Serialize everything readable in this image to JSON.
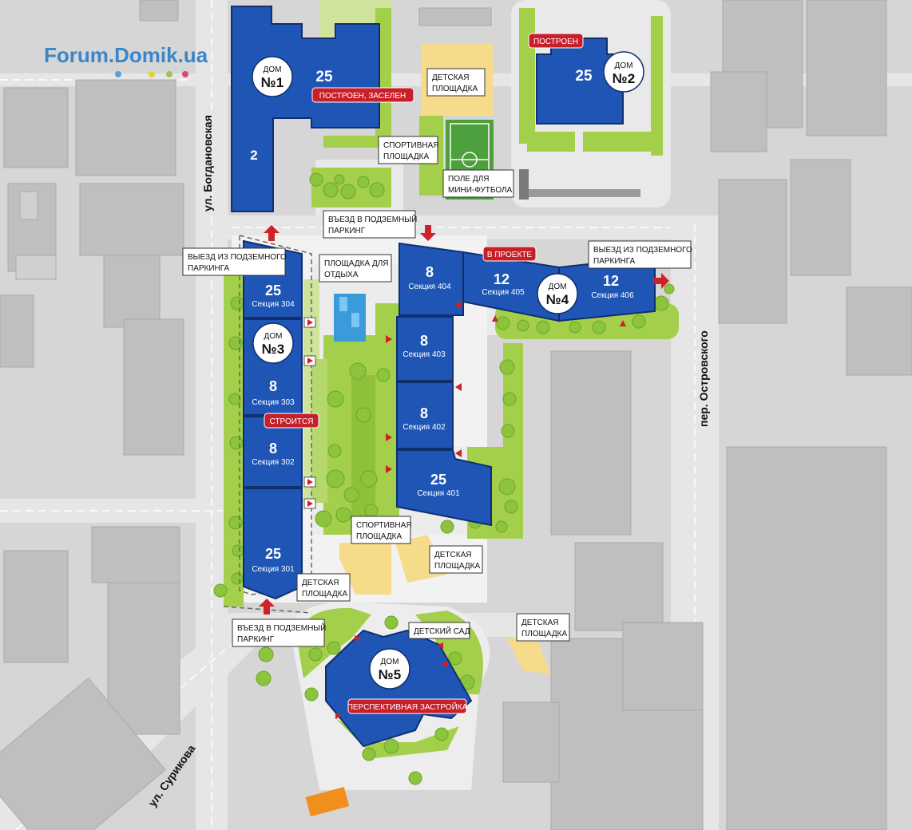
{
  "logo": {
    "text": "Forum.Domik.ua"
  },
  "streets": {
    "bogdanovskaya": "ул. Богдановская",
    "ostrovskogo": "пер. Островского",
    "surikova": "ул. Сурикова"
  },
  "houses": {
    "h1": {
      "label": "ДОМ",
      "number": "№1",
      "status": "ПОСТРОЕН, ЗАСЕЛЕН",
      "floors_main": "25",
      "floors_wing": "2"
    },
    "h2": {
      "label": "ДОМ",
      "number": "№2",
      "status": "ПОСТРОЕН",
      "floors": "25"
    },
    "h3": {
      "label": "ДОМ",
      "number": "№3",
      "status": "СТРОИТСЯ"
    },
    "h4": {
      "label": "ДОМ",
      "number": "№4",
      "status": "В ПРОЕКТЕ"
    },
    "h5": {
      "label": "ДОМ",
      "number": "№5",
      "status": "ПЕРСПЕКТИВНАЯ ЗАСТРОЙКА"
    }
  },
  "sections": {
    "s304": {
      "floors": "25",
      "name": "Секция 304"
    },
    "s303": {
      "floors": "8",
      "name": "Секция 303"
    },
    "s302": {
      "floors": "8",
      "name": "Секция 302"
    },
    "s301": {
      "floors": "25",
      "name": "Секция 301"
    },
    "s404": {
      "floors": "8",
      "name": "Секция 404"
    },
    "s403": {
      "floors": "8",
      "name": "Секция 403"
    },
    "s402": {
      "floors": "8",
      "name": "Секция 402"
    },
    "s401": {
      "floors": "25",
      "name": "Секция 401"
    },
    "s405": {
      "floors": "12",
      "name": "Секция 405"
    },
    "s406": {
      "floors": "12",
      "name": "Секция 406"
    }
  },
  "callouts": {
    "playground_top": [
      "ДЕТСКАЯ",
      "ПЛОЩАДКА"
    ],
    "sport_top": [
      "СПОРТИВНАЯ",
      "ПЛОЩАДКА"
    ],
    "minifootball": [
      "ПОЛЕ ДЛЯ",
      "МИНИ-ФУТБОЛА"
    ],
    "entry_parking_top": [
      "ВЪЕЗД В ПОДЗЕМНЫЙ",
      "ПАРКИНГ"
    ],
    "exit_parking_left": [
      "ВЫЕЗД ИЗ ПОДЗЕМНОГО",
      "ПАРКИНГА"
    ],
    "rest_area": [
      "ПЛОЩАДКА ДЛЯ",
      "ОТДЫХА"
    ],
    "exit_parking_right": [
      "ВЫЕЗД ИЗ ПОДЗЕМНОГО",
      "ПАРКИНГА"
    ],
    "sport_mid": [
      "СПОРТИВНАЯ",
      "ПЛОЩАДКА"
    ],
    "playground_mid": [
      "ДЕТСКАЯ",
      "ПЛОЩАДКА"
    ],
    "playground_left": [
      "ДЕТСКАЯ",
      "ПЛОЩАДКА"
    ],
    "entry_parking_bottom": [
      "ВЪЕЗД В ПОДЗЕМНЫЙ",
      "ПАРКИНГ"
    ],
    "kindergarten": [
      "ДЕТСКИЙ САД"
    ],
    "playground_right": [
      "ДЕТСКАЯ",
      "ПЛОЩАДКА"
    ]
  },
  "colors": {
    "building": "#1f56b6",
    "status_tag": "#c8202a",
    "green": "#a4cf4a",
    "playground": "#f6dc8a",
    "gray_building": "#bdbdbd",
    "road": "#e3e3e3"
  }
}
